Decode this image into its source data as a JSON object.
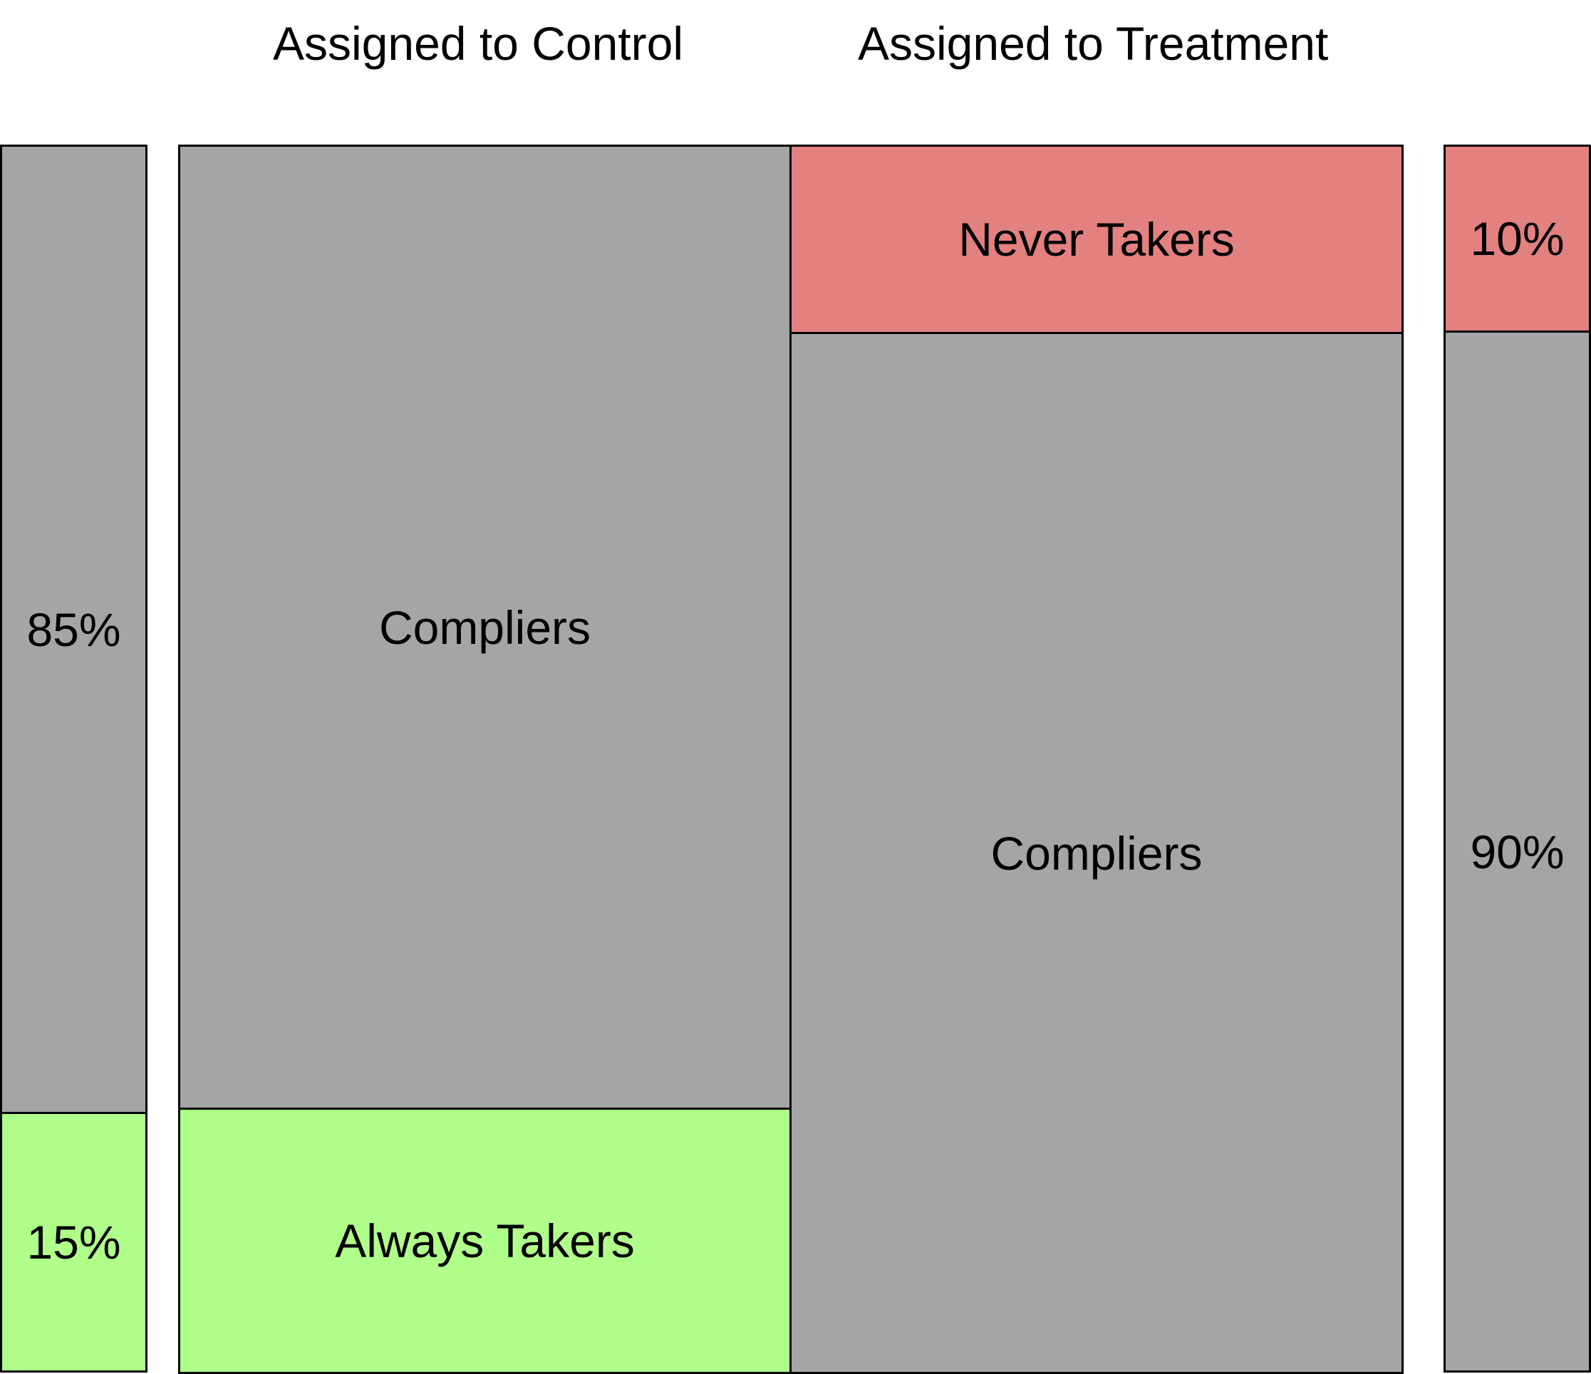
{
  "headers": {
    "control": "Assigned to Control",
    "treatment": "Assigned to Treatment"
  },
  "left_bar": {
    "top_label": "85%",
    "bottom_label": "15%",
    "top_share": 0.85,
    "bottom_share": 0.15
  },
  "control": {
    "top_label": "Compliers",
    "bottom_label": "Always Takers"
  },
  "treatment": {
    "top_label": "Never Takers",
    "bottom_label": "Compliers"
  },
  "right_bar": {
    "top_label": "10%",
    "bottom_label": "90%",
    "top_share": 0.1,
    "bottom_share": 0.9
  },
  "colors": {
    "compliers": "#a5a5a5",
    "always_takers": "#b0ff8a",
    "never_takers": "#e38080",
    "border": "#000000"
  }
}
